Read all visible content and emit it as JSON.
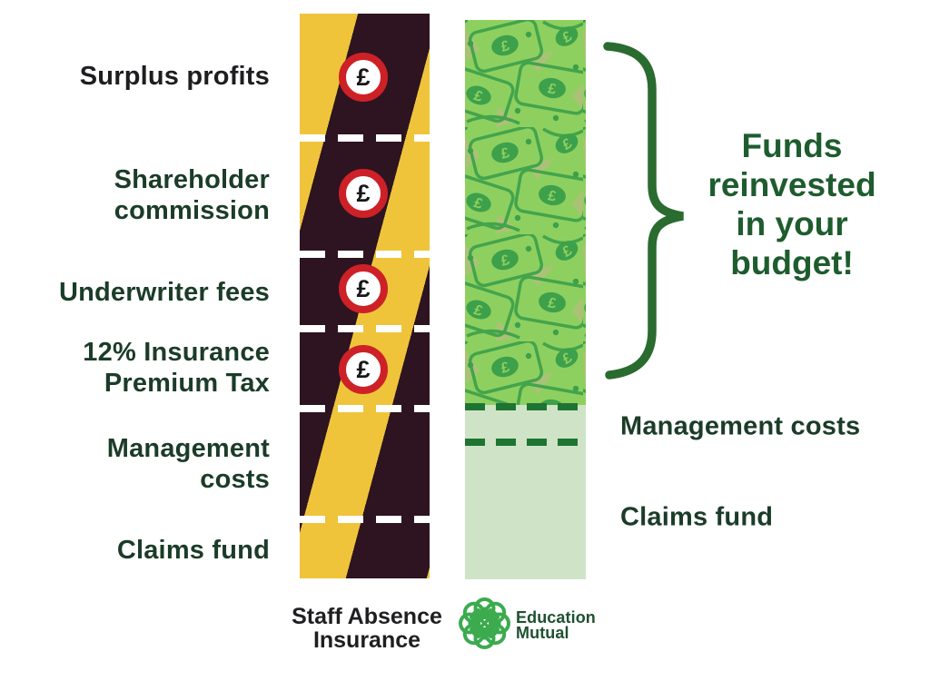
{
  "left_chart": {
    "footer_label": "Staff Absence\nInsurance",
    "labels": [
      "Surplus profits",
      "Shareholder\ncommission",
      "Underwriter fees",
      "12% Insurance\nPremium Tax",
      "Management\ncosts",
      "Claims fund"
    ],
    "coin_symbol": "£",
    "coin_count": 4
  },
  "right_chart": {
    "labels": [
      "Management costs",
      "Claims fund"
    ],
    "callout": "Funds\nreinvested\nin your\nbudget!",
    "brand": {
      "name": "Education Mutual",
      "name_two_line": "Education\nMutual",
      "logo_icon": "education-mutual-knot-icon"
    }
  },
  "money": {
    "symbol": "£"
  },
  "colors": {
    "hazard_yellow": "#efc43b",
    "hazard_dark": "#2d1420",
    "coin_red": "#cd2127",
    "coin_face": "#ffffff",
    "money_base_green": "#8ed05f",
    "money_dark_green": "#3da04b",
    "money_outline_green": "#43a44c",
    "money_olive": "#abc276",
    "claims_light_green": "#cfe3c6",
    "dash_green": "#1e7433",
    "label_green": "#1b3c28",
    "callout_green": "#1e5c2e",
    "brace_green": "#2a6b2f",
    "logo_green": "#3bab4e",
    "label_black": "#1e1e21"
  }
}
